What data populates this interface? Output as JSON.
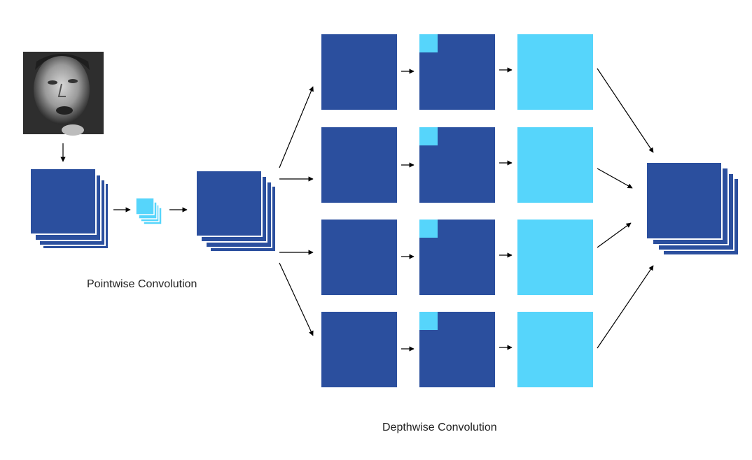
{
  "labels": {
    "pointwise": "Pointwise Convolution",
    "depthwise": "Depthwise Convolution"
  },
  "colors": {
    "dark_blue": "#2b4f9e",
    "light_blue": "#56d5fb",
    "arrow": "#000000",
    "photo_bg": "#3a3a3a"
  },
  "icons": {
    "input_image": "face-photo",
    "feature_map": "blue-square",
    "filter": "light-blue-square",
    "kernel_patch": "light-blue-square"
  },
  "channels": 4
}
